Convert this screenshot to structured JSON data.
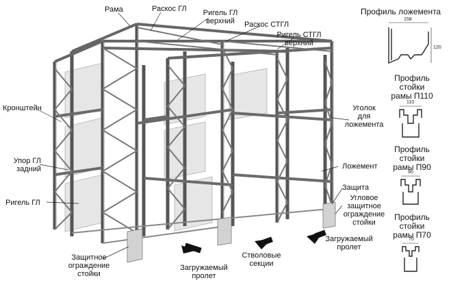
{
  "labels": {
    "rama": "Рама",
    "raskos_gl": "Раскос ГЛ",
    "rigel_gl_top_1": "Ригель ГЛ",
    "rigel_gl_top_2": "верхний",
    "raskos_stgl": "Раскос СТГЛ",
    "rigel_stgl_1": "Ригель СТГЛ",
    "rigel_stgl_2": "верхний",
    "kronshtein": "Кронштейн",
    "upor_1": "Упор ГЛ",
    "upor_2": "задний",
    "rigel_gl": "Ригель ГЛ",
    "zashch_stoyki_1": "Защитное",
    "zashch_stoyki_2": "ограждение",
    "zashch_stoyki_3": "стойки",
    "gruz_left_1": "Загружаемый",
    "gruz_left_2": "пролет",
    "stvol_1": "Стволовые",
    "stvol_2": "секции",
    "gruz_right_1": "Загружаемый",
    "gruz_right_2": "пролет",
    "ugolok_1": "Уголок",
    "ugolok_2": "для",
    "ugolok_3": "ложемента",
    "lozhement": "Ложемент",
    "zashchita": "Защита",
    "uglovoe_1": "Угловое",
    "uglovoe_2": "защитное",
    "uglovoe_3": "ограждение",
    "uglovoe_4": "стойки"
  },
  "profiles": {
    "lozhement_title": "Профиль ложемента",
    "lozhement_w": "158",
    "lozhement_h": "120",
    "p110_1": "Профиль",
    "p110_2": "стойки",
    "p110_3": "рамы П110",
    "p110_w": "110",
    "p90_1": "Профиль",
    "p90_2": "стойки",
    "p90_3": "рамы П90",
    "p90_w": "90",
    "p70_1": "Профиль",
    "p70_2": "стойки",
    "p70_3": "рамы П70",
    "p70_w": "70"
  }
}
